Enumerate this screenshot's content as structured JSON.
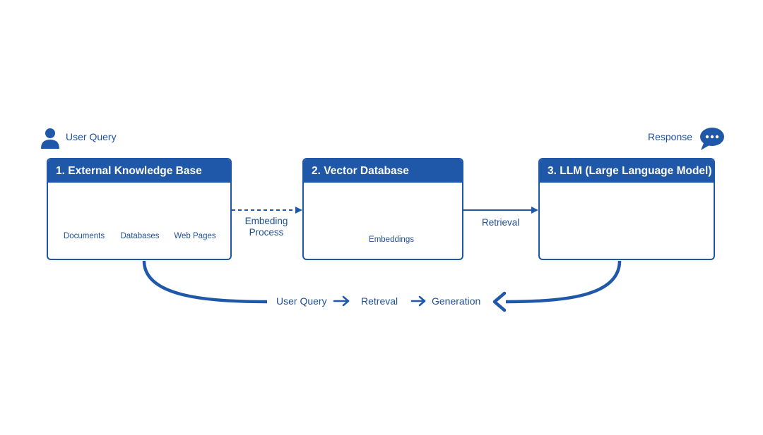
{
  "top": {
    "user_query": "User Query",
    "response": "Response"
  },
  "boxes": [
    {
      "title": "1. External Knowledge Base",
      "items": [
        "Documents",
        "Databases",
        "Web Pages"
      ]
    },
    {
      "title": "2. Vector Database",
      "items": [
        "Embeddings"
      ]
    },
    {
      "title": "3. LLM (Large Language Model)",
      "items": []
    }
  ],
  "edges": {
    "embedding": [
      "Embeding",
      "Process"
    ],
    "retrieval": "Retrieval"
  },
  "bottom_flow": [
    "User Query",
    "Retreval",
    "Generation"
  ],
  "icons": [
    "user-icon",
    "chat-bubble-icon",
    "document-icon",
    "database-icon",
    "web-page-icon",
    "vector-swirl-icon",
    "embedding-grid-icon",
    "brain-network-icon"
  ],
  "colors": {
    "primary": "#1f58a8",
    "text": "#1f4f96",
    "background": "#ffffff"
  }
}
